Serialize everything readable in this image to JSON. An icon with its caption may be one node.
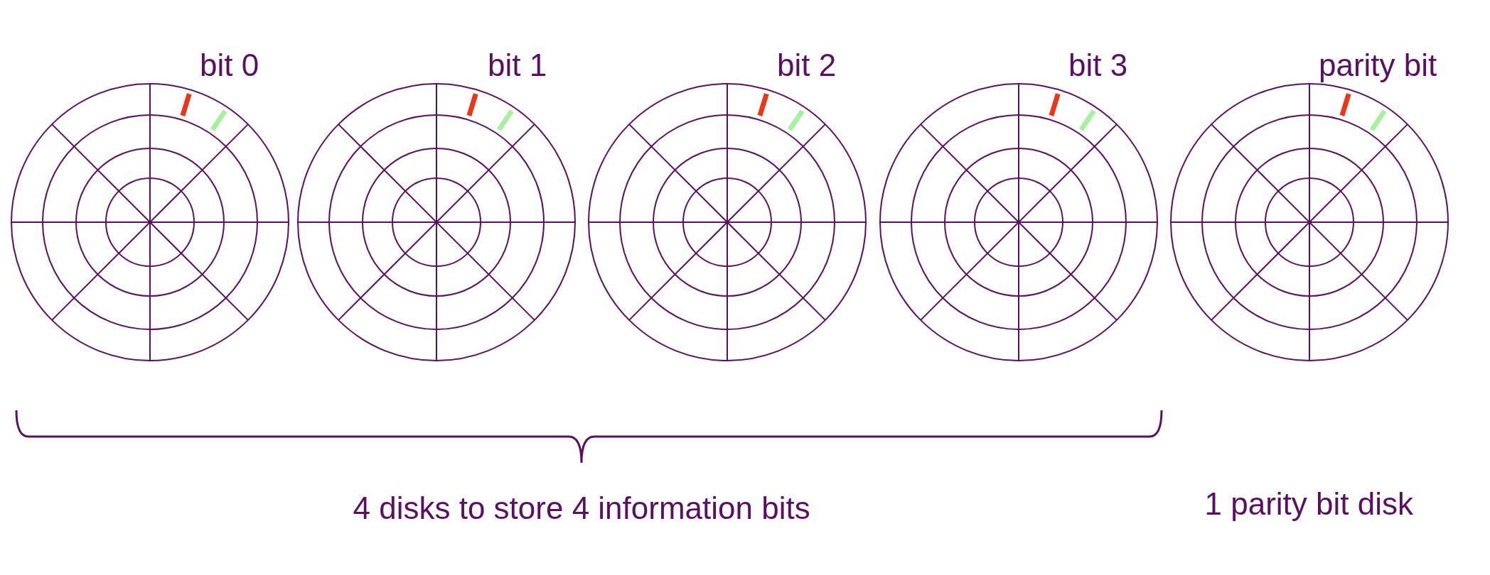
{
  "diagram": {
    "nodes": [
      {
        "text": [
          "bit 0"
        ]
      },
      {
        "text": [
          "bit 1"
        ]
      },
      {
        "text": [
          "bit 2"
        ]
      },
      {
        "text": [
          "bit 3"
        ]
      },
      {
        "text": [
          "parity bit"
        ]
      }
    ],
    "edges": [],
    "labels": [
      "4 disks to store 4 information bits",
      "1 parity bit disk"
    ]
  }
}
